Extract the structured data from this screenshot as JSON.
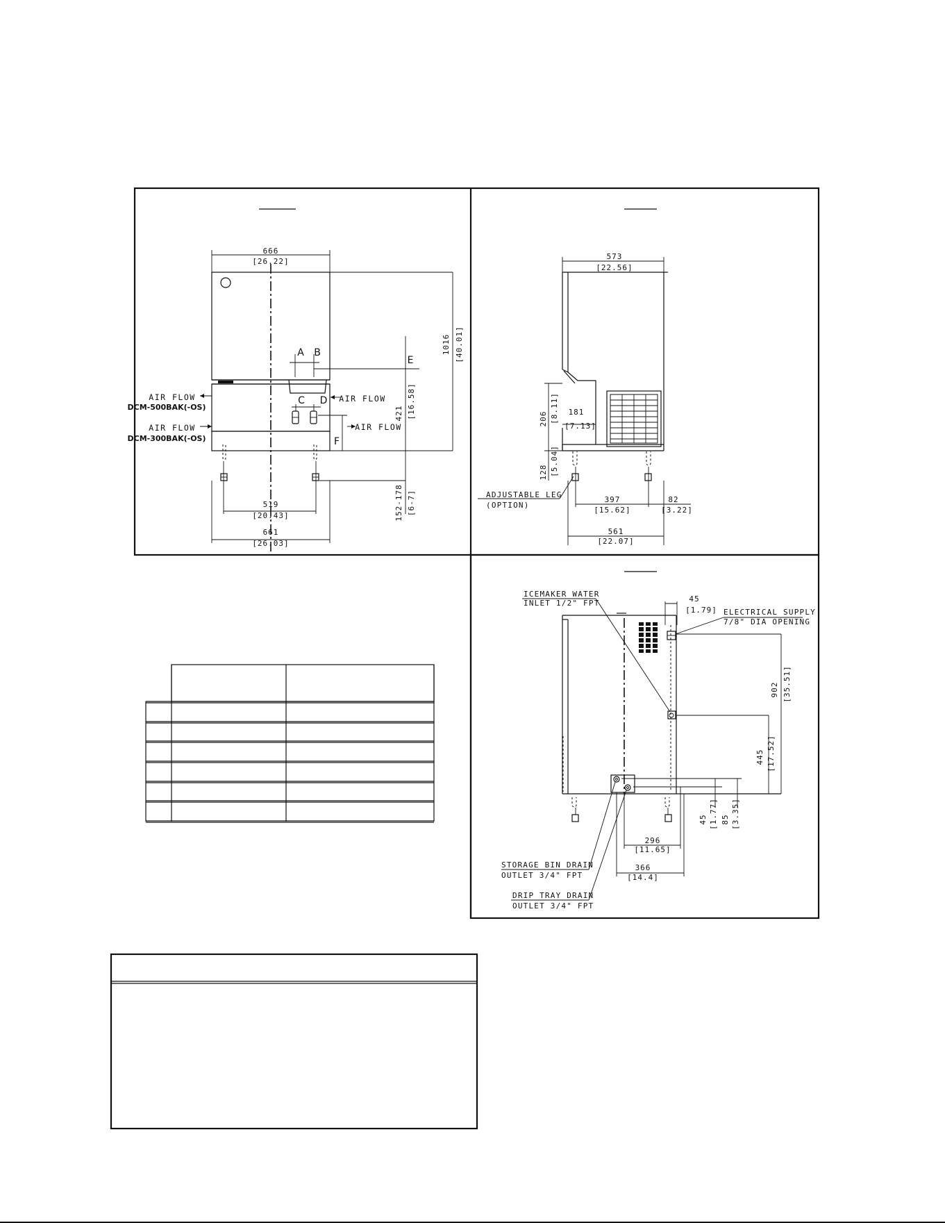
{
  "front_view": {
    "dimensions": {
      "top_width": "666",
      "top_width_in": "[26.22]",
      "total_height": "1016",
      "total_height_in": "[40.01]",
      "lower_height": "421",
      "lower_height_in": "[16.58]",
      "leg_height": "152-178",
      "leg_height_in": "[6-7]",
      "leg_spacing": "519",
      "leg_spacing_in": "[20.43]",
      "base_width": "661",
      "base_width_in": "[26.03]"
    },
    "markers": [
      "A",
      "B",
      "C",
      "D",
      "E",
      "F"
    ],
    "air_flow_label": "AIR FLOW",
    "model_500": "DCM-500BAK(-OS)",
    "model_300": "DCM-300BAK(-OS)"
  },
  "side_view": {
    "dimensions": {
      "top_depth": "573",
      "top_depth_in": "[22.56]",
      "h206": "206",
      "h206_in": "[8.11]",
      "w181": "181",
      "w181_in": "[7.13]",
      "h128": "128",
      "h128_in": "[5.04]",
      "leg_spacing": "397",
      "leg_spacing_in": "[15.62]",
      "rear_offset": "82",
      "rear_offset_in": "[3.22]",
      "base_depth": "561",
      "base_depth_in": "[22.07]"
    },
    "adjustable_leg": "ADJUSTABLE LEG",
    "adjustable_leg_option": "(OPTION)"
  },
  "rear_view": {
    "water_inlet_1": "ICEMAKER WATER",
    "water_inlet_2": "INLET 1/2\" FPT",
    "electrical_1": "ELECTRICAL SUPPLY",
    "electrical_2": "7/8\" DIA OPENING",
    "dimensions": {
      "d45_top": "45",
      "d45_top_in": "[1.79]",
      "h902": "902",
      "h902_in": "[35.51]",
      "h445": "445",
      "h445_in": "[17.52]",
      "h45_bottom": "45",
      "h45_bottom_in": "[1.77]",
      "h85": "85",
      "h85_in": "[3.35]",
      "w296": "296",
      "w296_in": "[11.65]",
      "w366": "366",
      "w366_in": "[14.4]"
    },
    "storage_drain_1": "STORAGE BIN DRAIN",
    "storage_drain_2": "OUTLET 3/4\" FPT",
    "drip_drain_1": "DRIP TRAY DRAIN",
    "drip_drain_2": "OUTLET 3/4\" FPT"
  }
}
